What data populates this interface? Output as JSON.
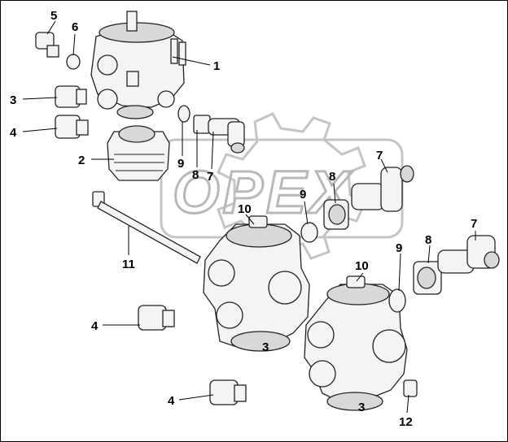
{
  "watermark": "OPEX",
  "callouts": {
    "c5": "5",
    "c6": "6",
    "c1": "1",
    "c3": "3",
    "c4a": "4",
    "c2": "2",
    "c9a": "9",
    "c8a": "8",
    "c7a": "7",
    "c7b": "7",
    "c8b": "8",
    "c9b": "9",
    "c10a": "10",
    "c11": "11",
    "c4b": "4",
    "c7c": "7",
    "c8c": "8",
    "c9c": "9",
    "c10b": "10",
    "c4c": "4",
    "c12": "12"
  },
  "port_marks": {
    "valve1": "3",
    "valve2": "3"
  }
}
